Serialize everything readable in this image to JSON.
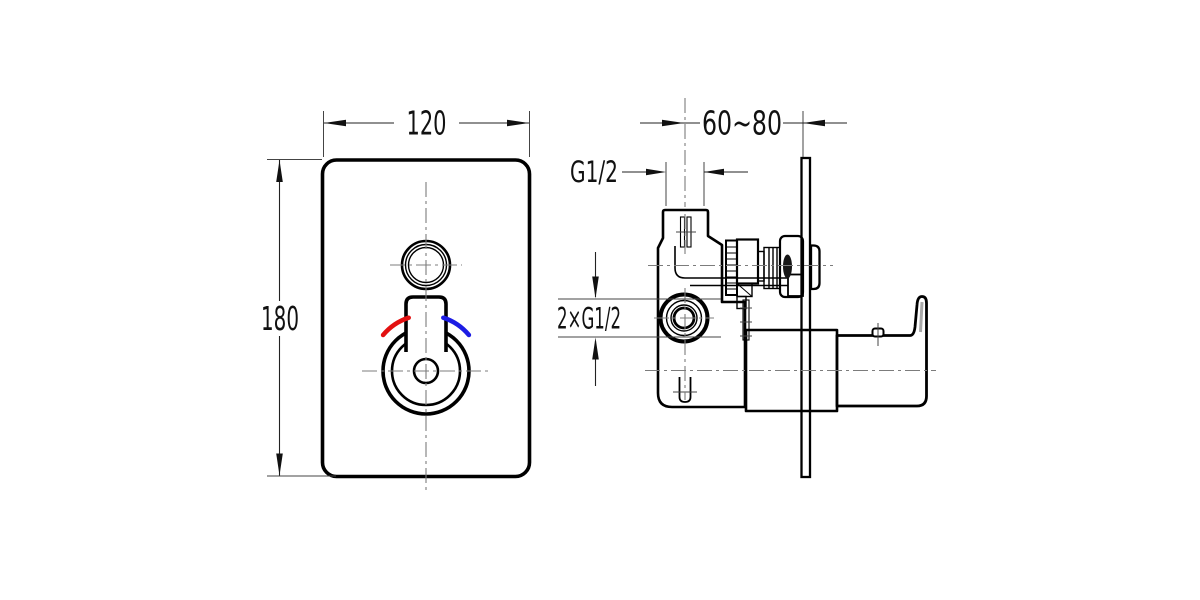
{
  "drawing": {
    "background": "#ffffff",
    "line_color": "#000000",
    "centerline_color": "#7c7c7c",
    "views": {
      "front": {
        "width_dim": "120",
        "height_dim": "180",
        "hot_indicator_color": "#e31111",
        "cold_indicator_color": "#1c1ce4"
      },
      "side": {
        "depth_dim": "60~80",
        "top_port_dim": "G1/2",
        "inlet_dim": "2×G1/2"
      }
    }
  }
}
